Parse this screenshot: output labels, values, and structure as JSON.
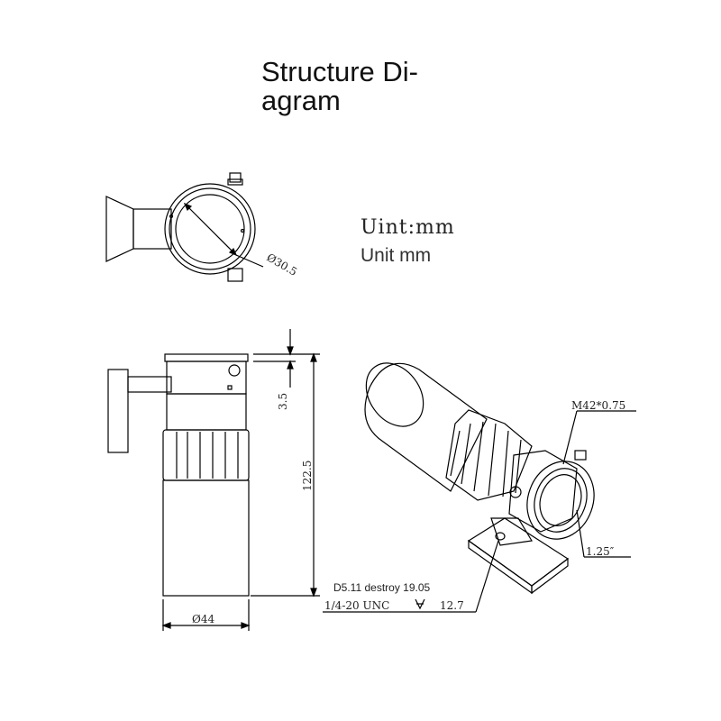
{
  "title_line1": "Structure Di-",
  "title_line2": "agram",
  "unit_mono": "Uint:mm",
  "unit_sans": "Unit mm",
  "dims": {
    "ring_diameter": "Ø30.5",
    "height_small": "3.5",
    "height_total": "122.5",
    "body_diameter": "Ø44",
    "thread": "M42*0.75",
    "barrel": "1.25″",
    "hole_note": "D5.11 destroy 19.05",
    "screw_note": "1/4-20 UNC",
    "depth_value": "12.7"
  }
}
